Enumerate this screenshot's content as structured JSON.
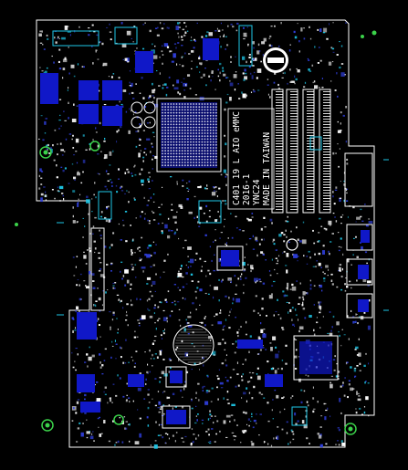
{
  "board": {
    "silkscreen_lines": [
      "C401 19 L AIO eMMC",
      "2016-1",
      "YNC24",
      "MADE IN TAIWAN"
    ]
  },
  "colors": {
    "background": "#000000",
    "silkscreen": "#ffffff",
    "pad_blue": "#1018c8",
    "outline_cyan": "#1ec8e8",
    "via_green": "#3bd24a"
  }
}
